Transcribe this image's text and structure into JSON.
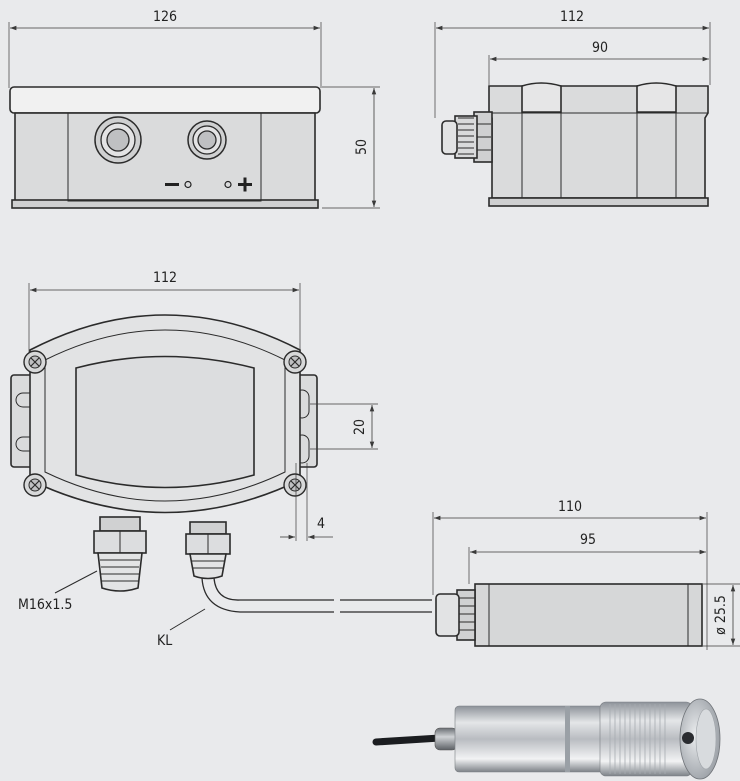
{
  "colors": {
    "background": "#e9eaec",
    "line": "#2b2b2b",
    "housing": "#dcdcdc",
    "fill_light": "#f3f3f3"
  },
  "dimensions": {
    "front_width": "126",
    "side_width": "112",
    "side_body_width": "90",
    "height": "50",
    "top_width": "112",
    "slot_spacing": "20",
    "slot_width": "4",
    "probe_length": "110",
    "probe_body_length": "95",
    "probe_diameter": "ø 25.5"
  },
  "labels": {
    "gland": "M16x1.5",
    "cable": "KL",
    "minus": "−",
    "plus": "+"
  }
}
